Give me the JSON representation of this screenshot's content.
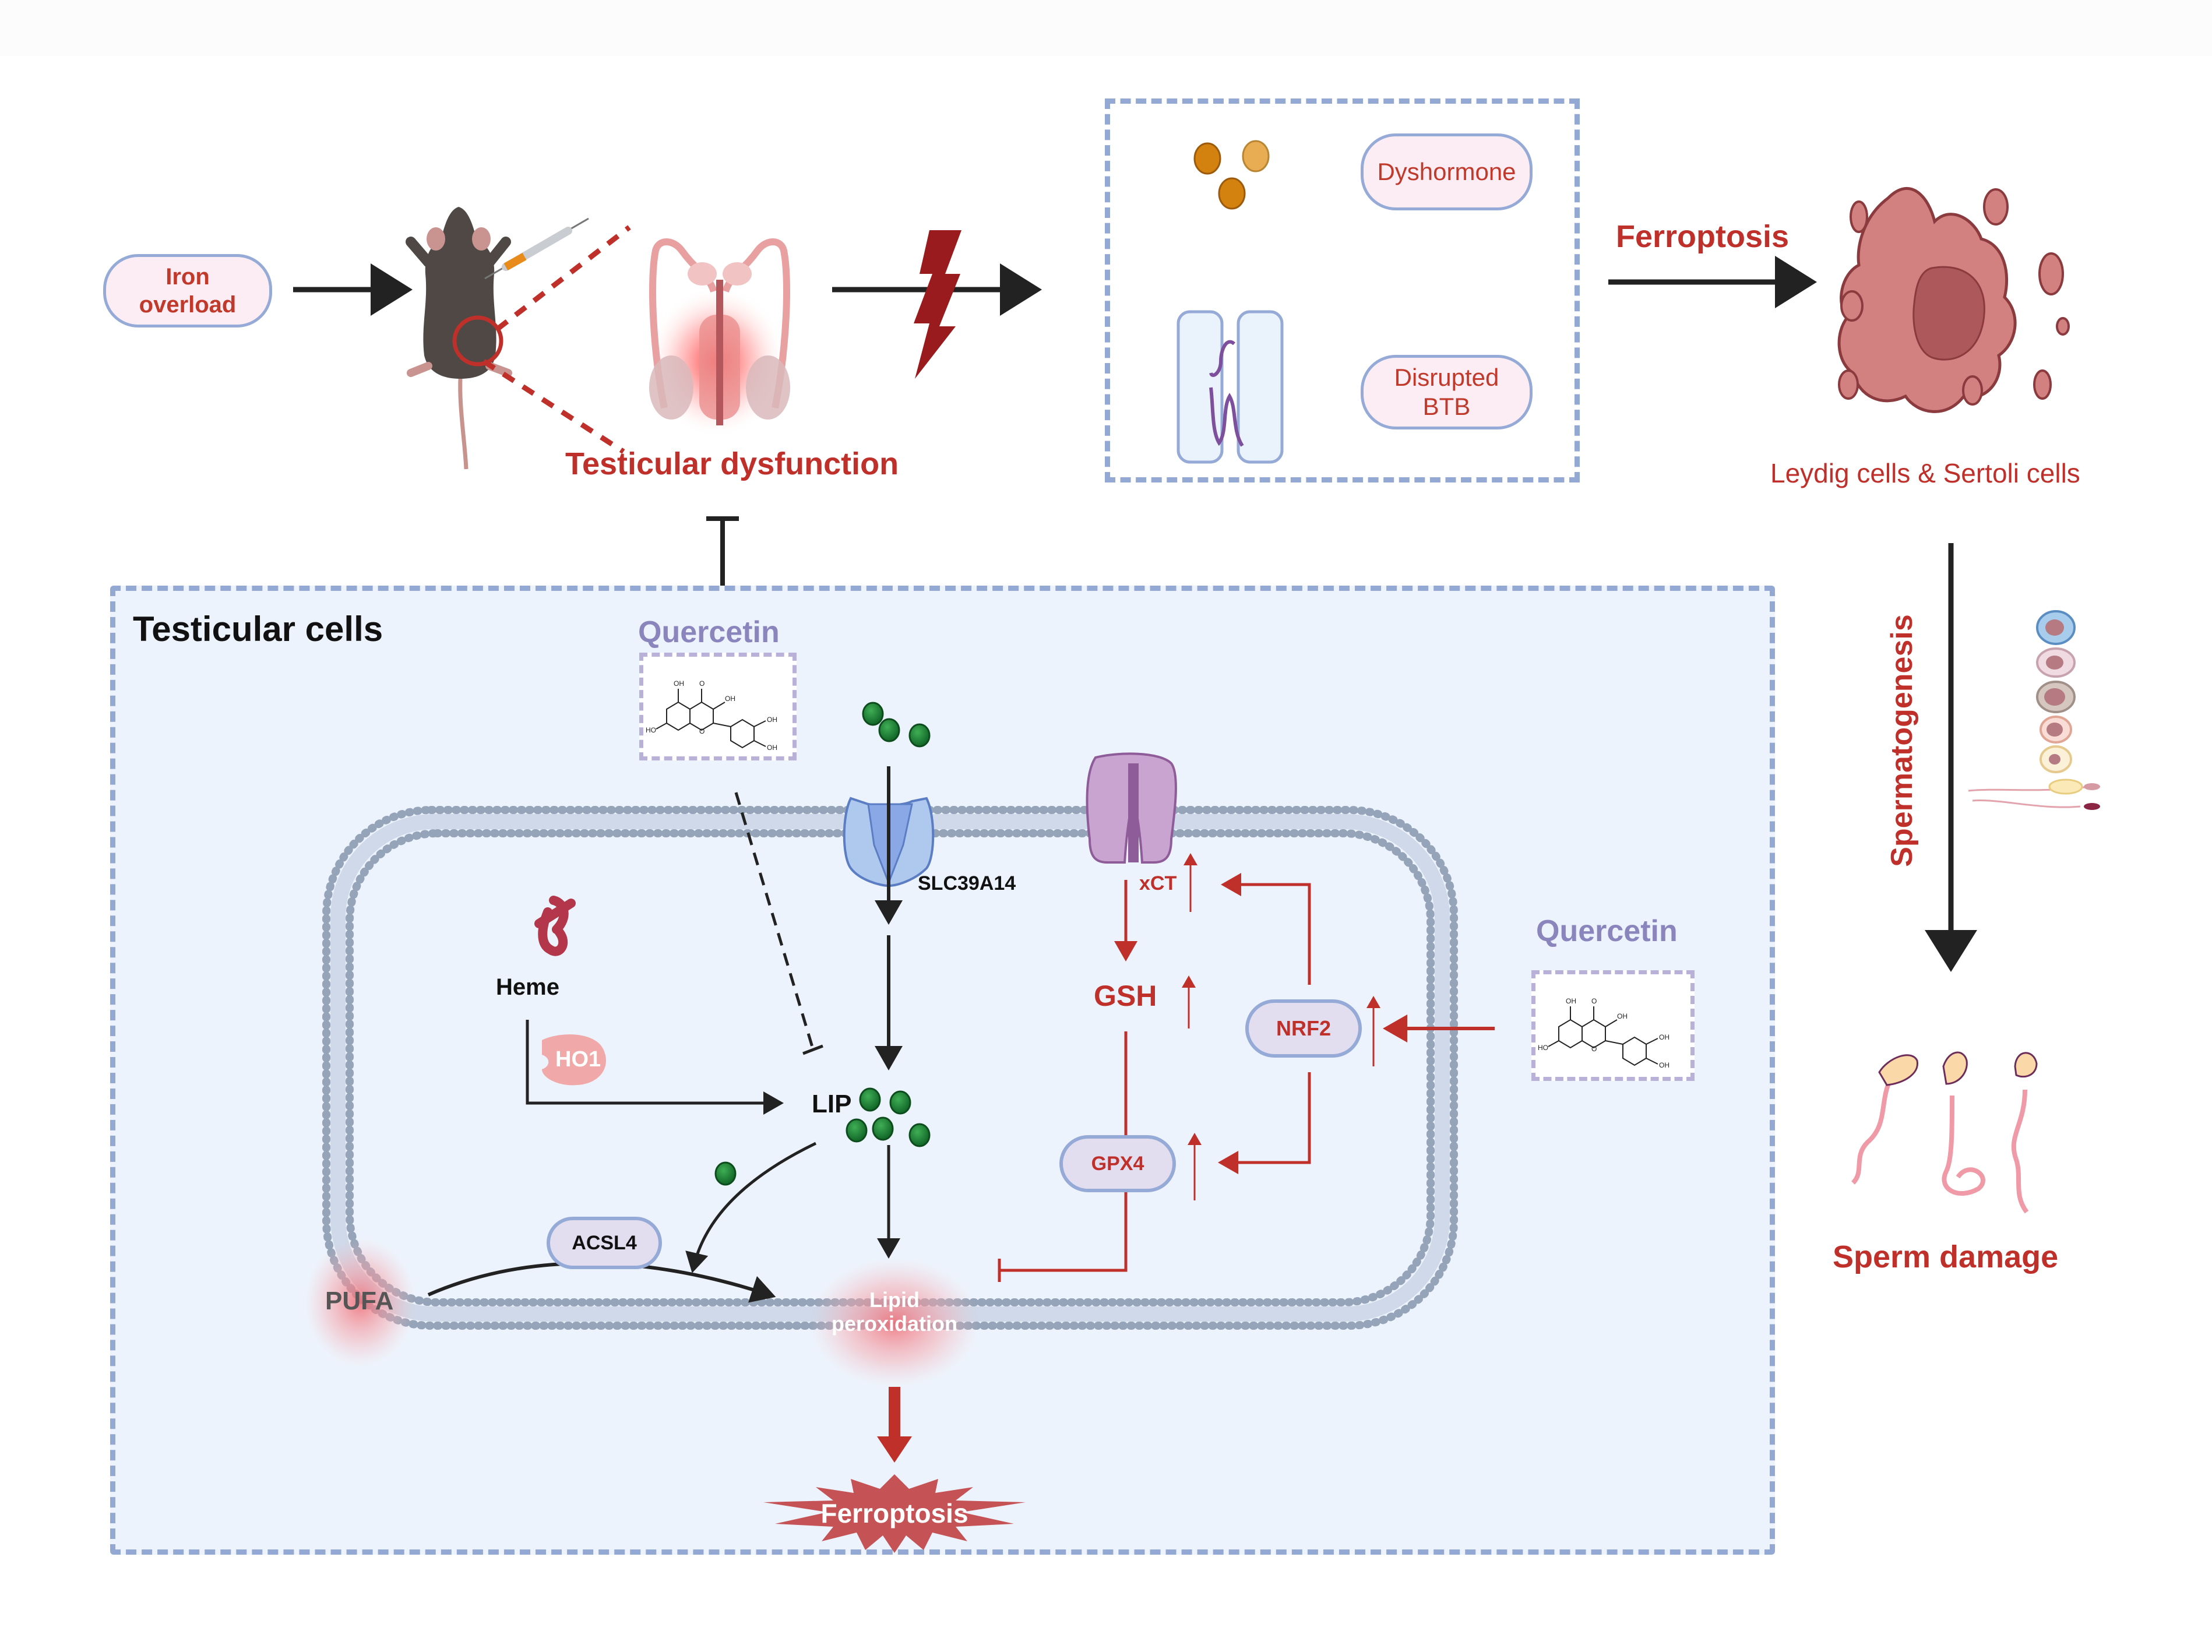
{
  "figure": {
    "top_row": {
      "iron_overload": "Iron\noverload",
      "testicular_dysfunction": "Testicular dysfunction",
      "dyshormone": "Dyshormone",
      "disrupted_btb": "Disrupted\nBTB",
      "ferroptosis_label": "Ferroptosis",
      "dead_cell_caption": "Leydig cells & Sertoli cells"
    },
    "right_column": {
      "spermatogenesis": "Spermatogenesis",
      "sperm_damage": "Sperm damage"
    },
    "cell_panel": {
      "title": "Testicular cells",
      "quercetin_top": "Quercetin",
      "quercetin_right": "Quercetin",
      "slc39a14": "SLC39A14",
      "xct": "xCT",
      "gsh": "GSH",
      "nrf2": "NRF2",
      "gpx4": "GPX4",
      "heme": "Heme",
      "ho1": "HO1",
      "lip": "LIP",
      "acsl4": "ACSL4",
      "pufa": "PUFA",
      "lipid_peroxidation": "Lipid\nperoxidation",
      "ferroptosis_burst": "Ferroptosis",
      "molecule_labels": [
        "OH",
        "O",
        "OH",
        "HO",
        "O",
        "OH",
        "OH"
      ]
    },
    "colors": {
      "accent_red": "#c0302b",
      "dark_red": "#8e1b1b",
      "pill_border": "#95aad6",
      "pill_fill": "#fcedf4",
      "panel_fill": "#edf3fc",
      "quercetin": "#8a85bd",
      "iron_green": "#1f8a3a",
      "membrane": "#95a4b8"
    }
  }
}
